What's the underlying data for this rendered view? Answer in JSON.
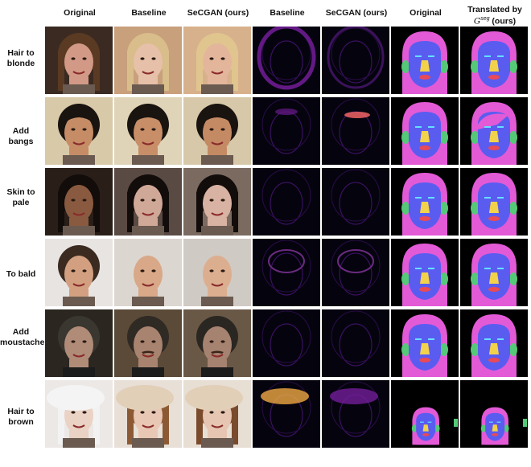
{
  "columns": {
    "original": "Original",
    "baseline": "Baseline",
    "secgan": "SeCGAN (ours)",
    "diff_baseline": "Baseline",
    "diff_secgan": "SeCGAN (ours)",
    "seg_original": "Original",
    "seg_translated_line1": "Translated by",
    "seg_translated_symbol": "G",
    "seg_translated_sup": "seg",
    "seg_translated_suffix": "(ours)"
  },
  "rows": [
    {
      "label_line1": "Hair to",
      "label_line2": "blonde"
    },
    {
      "label_line1": "Add bangs",
      "label_line2": ""
    },
    {
      "label_line1": "Skin to",
      "label_line2": "pale"
    },
    {
      "label_line1": "To bald",
      "label_line2": ""
    },
    {
      "label_line1": "Add",
      "label_line2": "moustache"
    },
    {
      "label_line1": "Hair to",
      "label_line2": "brown"
    }
  ],
  "colors": {
    "seg_background": "#000000",
    "seg_hair": "#e35ad6",
    "seg_skin": "#5a5cf0",
    "seg_nose": "#f2d24b",
    "seg_mouth": "#e84a57",
    "seg_ear": "#55c978",
    "seg_eye": "#64e0ff",
    "heatmap_low": "#05040e",
    "heatmap_mid": "#7a1fa2",
    "heatmap_high": "#ffb347"
  }
}
